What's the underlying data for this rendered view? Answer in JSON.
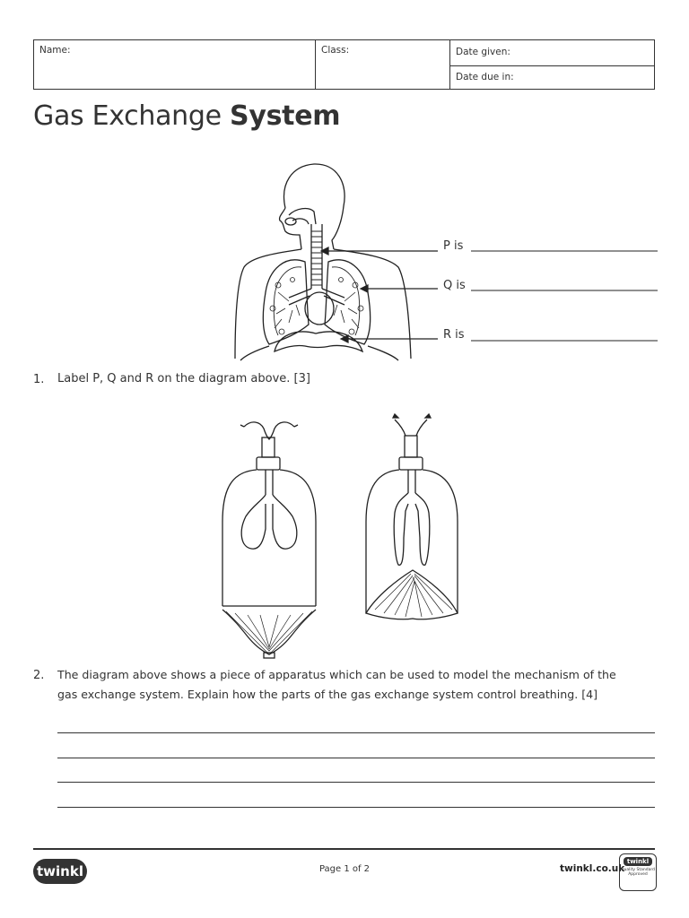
{
  "header": {
    "name_label": "Name:",
    "class_label": "Class:",
    "date_given_label": "Date given:",
    "date_due_label": "Date due in:"
  },
  "title": {
    "regular": "Gas Exchange ",
    "bold": "System"
  },
  "diagram_labels": {
    "p": "P is",
    "q": "Q is",
    "r": "R is"
  },
  "questions": [
    {
      "number": "1.",
      "text": "Label P, Q and R on the diagram above. [3]"
    },
    {
      "number": "2.",
      "line1": "The diagram above shows a piece of apparatus which can be used to model the mechanism of the",
      "line2": "gas exchange system. Explain how the parts of the gas exchange system control breathing. [4]"
    }
  ],
  "footer": {
    "page": "Page 1 of 2",
    "site": "twinkl.co.uk",
    "logo": "twinkl",
    "badge_top": "twinkl",
    "badge_text": "Quality Standard Approved"
  }
}
